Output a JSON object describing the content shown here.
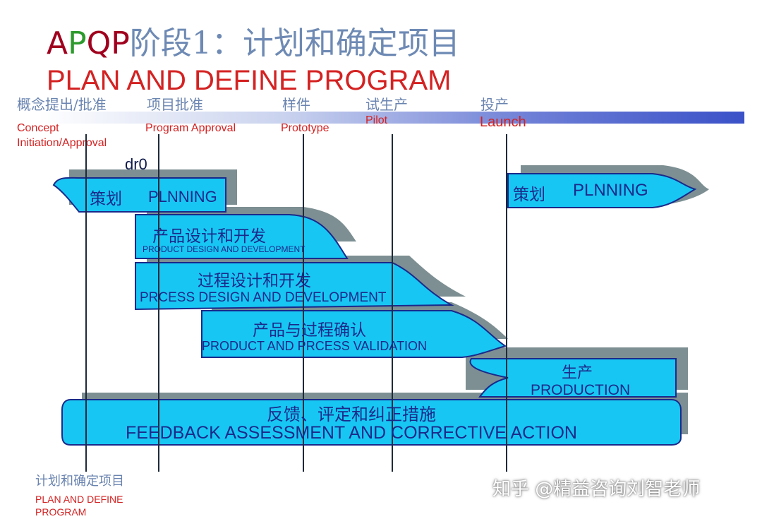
{
  "title": {
    "prefix_a": "A",
    "prefix_p": "P",
    "prefix_qp": "QP",
    "cn_rest": "阶段1：计划和确定项目",
    "en": "PLAN AND DEFINE PROGRAM"
  },
  "milestones": [
    {
      "cn": "概念提出/批准",
      "en_line1": "Concept",
      "en_line2": "Initiation/Approval"
    },
    {
      "cn": "项目批准",
      "en_line1": "Program Approval",
      "en_line2": ""
    },
    {
      "cn": "样件",
      "en_line1": "Prototype",
      "en_line2": ""
    },
    {
      "cn": "试生产",
      "en_line1": "Pilot",
      "en_line2": ""
    },
    {
      "cn": "投产",
      "en_line1": "Launch",
      "en_line2": ""
    }
  ],
  "dr0": "dr0",
  "phases": {
    "planning1": {
      "cn": "策划",
      "en": "PLNNING"
    },
    "planning2": {
      "cn": "策划",
      "en": "PLNNING"
    },
    "product_design": {
      "cn": "产品设计和开发",
      "en": "PRODUCT DESIGN AND DEVELOPMENT"
    },
    "process_design": {
      "cn": "过程设计和开发",
      "en": "PRCESS  DESIGN AND DEVELOPMENT"
    },
    "validation": {
      "cn": "产品与过程确认",
      "en": "PRODUCT  AND PRCESS  VALIDATION"
    },
    "production": {
      "cn": "生产",
      "en": "PRODUCTION"
    },
    "feedback": {
      "cn": "反馈、评定和纠正措施",
      "en": "FEEDBACK ASSESSMENT AND CORRECTIVE ACTION"
    }
  },
  "footer": {
    "cn": "计划和确定项目",
    "en_line1": "PLAN AND DEFINE",
    "en_line2": "PROGRAM"
  },
  "watermark": "知乎 @精益咨询刘智老师",
  "colors": {
    "box_fill": "#18c6f4",
    "box_stroke": "#1a2a8a",
    "shadow": "#7d8f92",
    "title_red": "#d42222"
  }
}
